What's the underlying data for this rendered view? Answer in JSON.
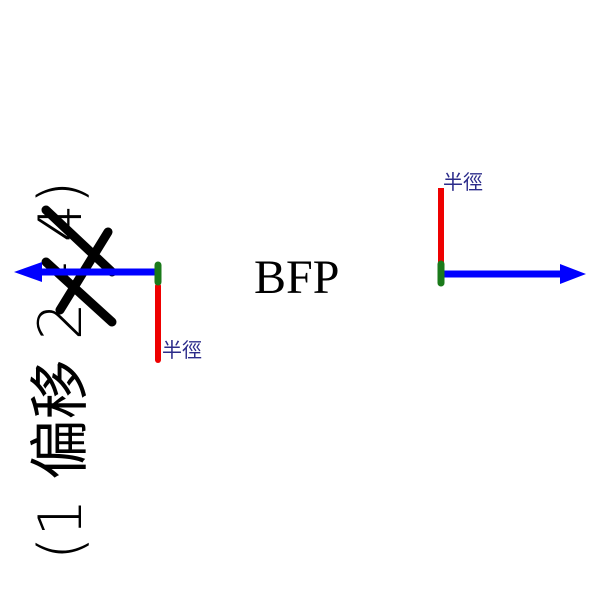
{
  "title": "BFP",
  "side_label": "(1 偏移 2 - 4)",
  "left_axis": {
    "radius_label": "半徑"
  },
  "right_axis": {
    "radius_label": "半徑"
  },
  "colors": {
    "arrow": "#0000ff",
    "radius": "#ee0000",
    "origin": "#1a7a1a",
    "label": "#2b2b8a"
  }
}
